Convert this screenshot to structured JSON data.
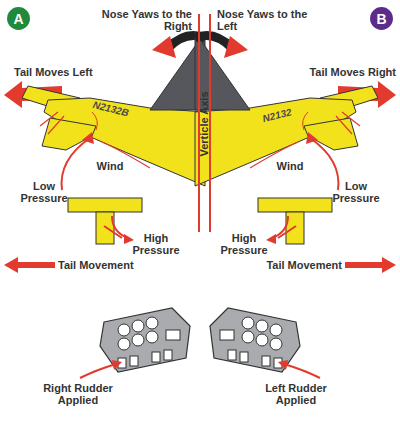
{
  "diagram": {
    "nodes": [
      {
        "text": [
          "A"
        ]
      },
      {
        "text": [
          "B"
        ]
      }
    ],
    "labels": [
      "Nose Yaws to the Right",
      "Nose Yaws to the Left",
      "Tail Moves Left",
      "Tail Moves Right",
      "Verticle Axis",
      "N2132B",
      "N2132",
      "Wind",
      "Wind",
      "Low Pressure",
      "Low Pressure",
      "High Pressure",
      "High Pressure",
      "Tail Movement",
      "Tail Movement",
      "Right Rudder Applied",
      "Left Rudder Applied"
    ]
  }
}
